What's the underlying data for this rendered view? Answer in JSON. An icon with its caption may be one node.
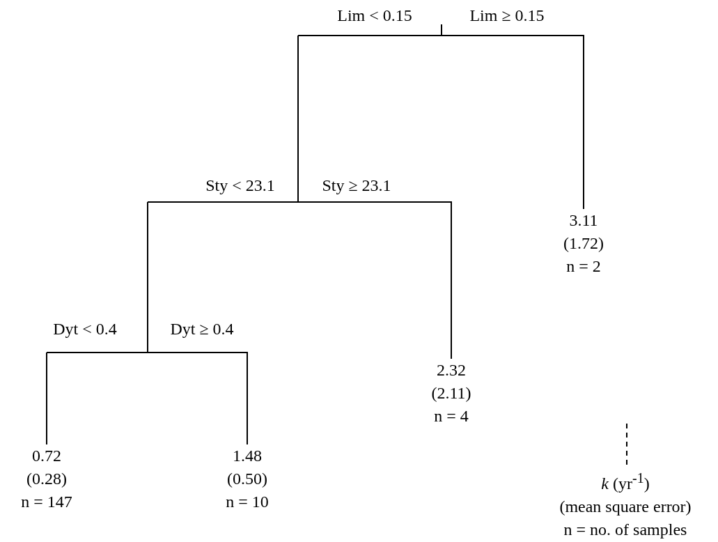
{
  "diagram": {
    "nodes": [
      {
        "text": [],
        "shape": "bar"
      },
      {
        "text": [],
        "shape": "bar"
      },
      {
        "text": [
          "3.11",
          "(1.72)",
          "n = 2"
        ]
      },
      {
        "text": [],
        "shape": "bar"
      },
      {
        "text": [
          "2.32",
          "(2.11)",
          "n = 4"
        ]
      },
      {
        "text": [
          "0.72",
          "(0.28)",
          "n = 147"
        ]
      },
      {
        "text": [
          "1.48",
          "(0.50)",
          "n = 10"
        ]
      },
      {
        "text": [
          "*k*  (yr$^{-1}$)",
          "(mean square error)",
          "n = no. of samples"
        ]
      }
    ],
    "edges": [
      {
        "from": null,
        "to": 0,
        "arrow": "none"
      },
      {
        "from": 0,
        "to": 1,
        "arrow": "none",
        "label": "Lim < 0.15"
      },
      {
        "from": 0,
        "to": 2,
        "arrow": "none",
        "label": "Lim ≥ 0.15"
      },
      {
        "from": 1,
        "to": 3,
        "arrow": "none",
        "label": "Sty < 23.1"
      },
      {
        "from": 1,
        "to": 4,
        "arrow": "none",
        "label": "Sty ≥ 23.1"
      },
      {
        "from": 3,
        "to": 5,
        "arrow": "none",
        "label": "Dyt < 0.4"
      },
      {
        "from": 3,
        "to": 6,
        "arrow": "none",
        "label": "Dyt ≥ 0.4"
      },
      {
        "from": null,
        "to": 7,
        "arrow": "none",
        "style": "dashed"
      }
    ]
  }
}
